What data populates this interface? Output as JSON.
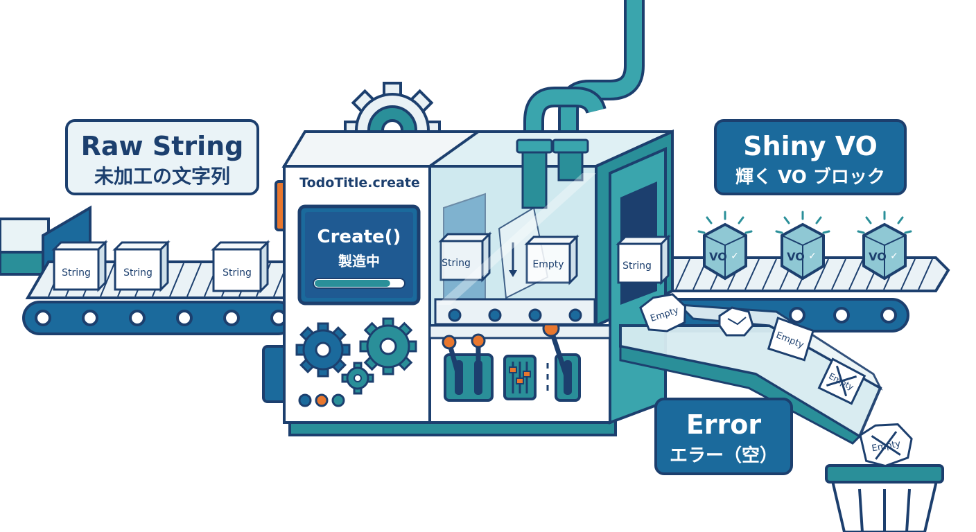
{
  "labels": {
    "raw": {
      "title": "Raw String",
      "subtitle": "未加工の文字列"
    },
    "shiny": {
      "title": "Shiny VO",
      "subtitle": "輝く VO ブロック"
    },
    "error": {
      "title": "Error",
      "subtitle": "エラー（空）"
    }
  },
  "machine": {
    "name": "TodoTitle.create",
    "screen_title": "Create()",
    "screen_status": "製造中",
    "progress": 0.85
  },
  "items": {
    "input_boxes": [
      "String",
      "String",
      "String"
    ],
    "chamber_boxes": [
      "String",
      "Empty"
    ],
    "exit_box": "String",
    "vo_blocks": [
      "VO",
      "VO",
      "VO"
    ],
    "chute_items": [
      "Empty",
      "Empty",
      "Empty",
      "Empty"
    ]
  },
  "colors": {
    "navy": "#1c3f6e",
    "teal": "#2a8f99",
    "blue": "#1b6a9c",
    "orange": "#e8772e",
    "glass": "#cfe9ef"
  }
}
